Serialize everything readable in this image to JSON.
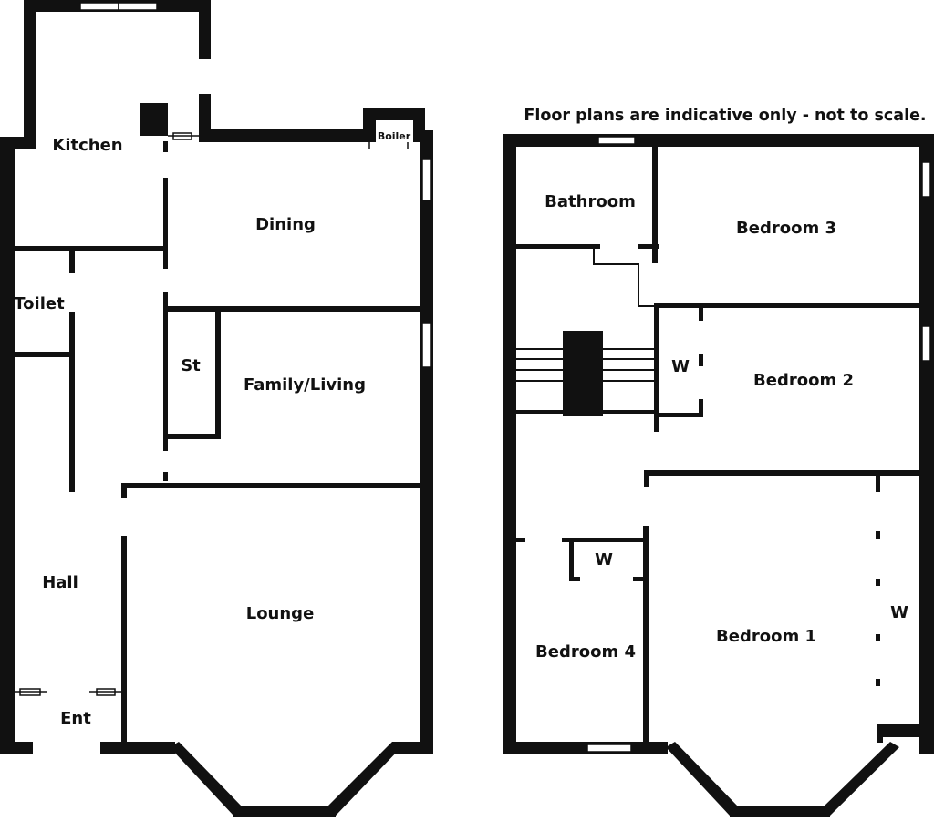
{
  "note": "Floor plans are indicative only - not to scale.",
  "colors": {
    "wall": "#111111",
    "background": "#ffffff",
    "window": "#ffffff"
  },
  "ground_floor": {
    "rooms": {
      "kitchen": "Kitchen",
      "boiler": "Boiler",
      "dining": "Dining",
      "toilet": "Toilet",
      "store": "St",
      "family_living": "Family/Living",
      "hall": "Hall",
      "lounge": "Lounge",
      "entrance": "Ent"
    }
  },
  "first_floor": {
    "rooms": {
      "bathroom": "Bathroom",
      "bedroom_3": "Bedroom 3",
      "wardrobe_2": "W",
      "bedroom_2": "Bedroom 2",
      "wardrobe_4": "W",
      "bedroom_4": "Bedroom 4",
      "bedroom_1": "Bedroom 1",
      "wardrobe_1": "W"
    }
  }
}
